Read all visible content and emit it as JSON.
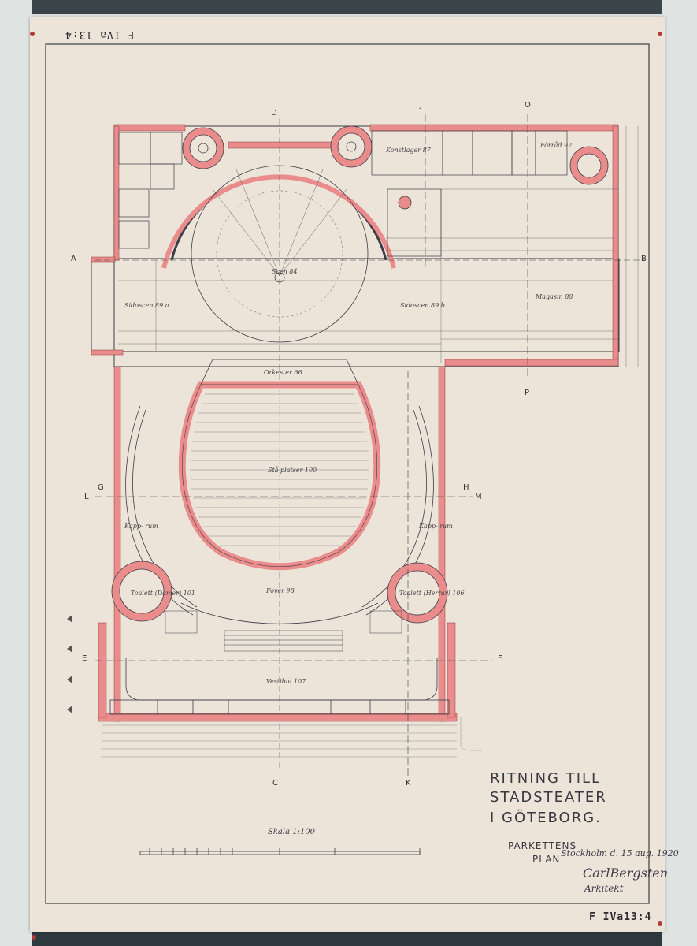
{
  "sheet": {
    "archive_code_top": "F IVa 13:4",
    "archive_code_bottom": "F IVa13:4"
  },
  "title_block": {
    "line1": "RITNING TILL",
    "line2": "STADSTEATER",
    "line3": "I GÖTEBORG.",
    "plan_line1": "PARKETTENS",
    "plan_line2": "PLAN",
    "place_date": "Stockholm d. 15 aug. 1920",
    "signature": "CarlBergsten",
    "signature2": "Arkitekt"
  },
  "scale_label": "Skala 1:100",
  "section_markers": [
    "A",
    "B",
    "C",
    "D",
    "E",
    "F",
    "G",
    "H",
    "J",
    "K",
    "L",
    "M",
    "O",
    "P"
  ],
  "rooms": {
    "scen": "Scen 84",
    "sidoscen_a": "Sidoscen 89 a",
    "sidoscen_b": "Sidoscen 89 b",
    "magasin": "Magasin 88",
    "orkester": "Orkester 66",
    "salong": "Stå platser 100",
    "foyer": "Foyer 98",
    "vestibul": "Vestibul 107",
    "kapprum_left": "Kapp- rum",
    "kapprum_right": "Kapp- rum",
    "toalett_damer": "Toalett (Damer) 101",
    "toalett_herrar": "Toalett (Herrar) 106",
    "konstlager": "Konstlager 87",
    "forrad": "Förråd 92"
  },
  "colors": {
    "sheet": "#ece4d9",
    "wall_fill": "#ea8c8c",
    "ink": "#3c3c44",
    "backdrop": "#2f3a40"
  }
}
